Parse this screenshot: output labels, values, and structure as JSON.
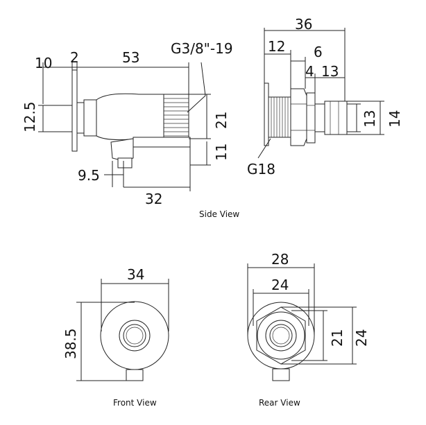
{
  "side_view": {
    "caption": "Side View",
    "dims": {
      "d10": "10",
      "d2": "2",
      "d53": "53",
      "thread": "G3/8\"-19",
      "d12_5": "12.5",
      "d21": "21",
      "d11": "11",
      "d9_5": "9.5",
      "d32": "32",
      "d36": "36",
      "d12": "12",
      "d6": "6",
      "d4": "4",
      "d13a": "13",
      "d13b": "13",
      "d14": "14",
      "g18": "G18"
    }
  },
  "front_view": {
    "caption": "Front View",
    "dims": {
      "d34": "34",
      "d38_5": "38.5"
    }
  },
  "rear_view": {
    "caption": "Rear View",
    "dims": {
      "d28": "28",
      "d24a": "24",
      "d21": "21",
      "d24b": "24"
    }
  }
}
